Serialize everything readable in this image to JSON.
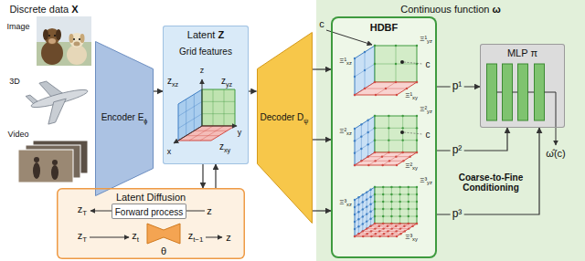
{
  "diagram": {
    "nodes": [
      {
        "text": [
          "Encoder Eϕ"
        ]
      },
      {
        "text": [
          "Latent Z",
          "Grid features"
        ]
      },
      {
        "text": [
          "Latent Diffusion"
        ]
      },
      {
        "text": [
          "Forward process"
        ],
        "in": 2
      },
      {
        "text": [
          "θ"
        ],
        "in": 2
      },
      {
        "text": [
          "Decoder Dψ"
        ]
      },
      {
        "text": [
          "Continuous function ω"
        ]
      },
      {
        "text": [
          "HDBF"
        ],
        "in": 6
      },
      {
        "text": [
          "MLP π"
        ],
        "in": 6
      }
    ],
    "edges": [
      {
        "from": 0,
        "to": 1,
        "arrow": "to"
      },
      {
        "from": 1,
        "to": 5,
        "arrow": "to"
      },
      {
        "from": 1,
        "to": 2,
        "arrow": "to"
      },
      {
        "from": 2,
        "to": 1,
        "arrow": "to"
      },
      {
        "from": 5,
        "to": 7,
        "arrow": "to"
      },
      {
        "from": 5,
        "to": 7,
        "arrow": "to"
      },
      {
        "from": 5,
        "to": 7,
        "arrow": "to"
      },
      {
        "from": 7,
        "to": 8,
        "arrow": "to",
        "label": "p¹"
      },
      {
        "from": 7,
        "to": 8,
        "arrow": "to",
        "label": "p²"
      },
      {
        "from": 7,
        "to": 8,
        "arrow": "to",
        "label": "p³"
      }
    ],
    "labels": [
      "Discrete data X",
      "Image",
      "3D",
      "Video",
      "zxz",
      "zyz",
      "zxy",
      "x",
      "y",
      "z",
      "zT",
      "z",
      "zT",
      "zt",
      "zt−1",
      "z",
      "c",
      "Ξ¹xz",
      "Ξ¹yz",
      "Ξ¹xy",
      "c",
      "Ξ²xz",
      "Ξ²yz",
      "Ξ²xy",
      "c",
      "Ξ³xz",
      "Ξ³yz",
      "Ξ³xy",
      "Coarse-to-Fine Conditioning",
      "ω̂(c)"
    ]
  }
}
